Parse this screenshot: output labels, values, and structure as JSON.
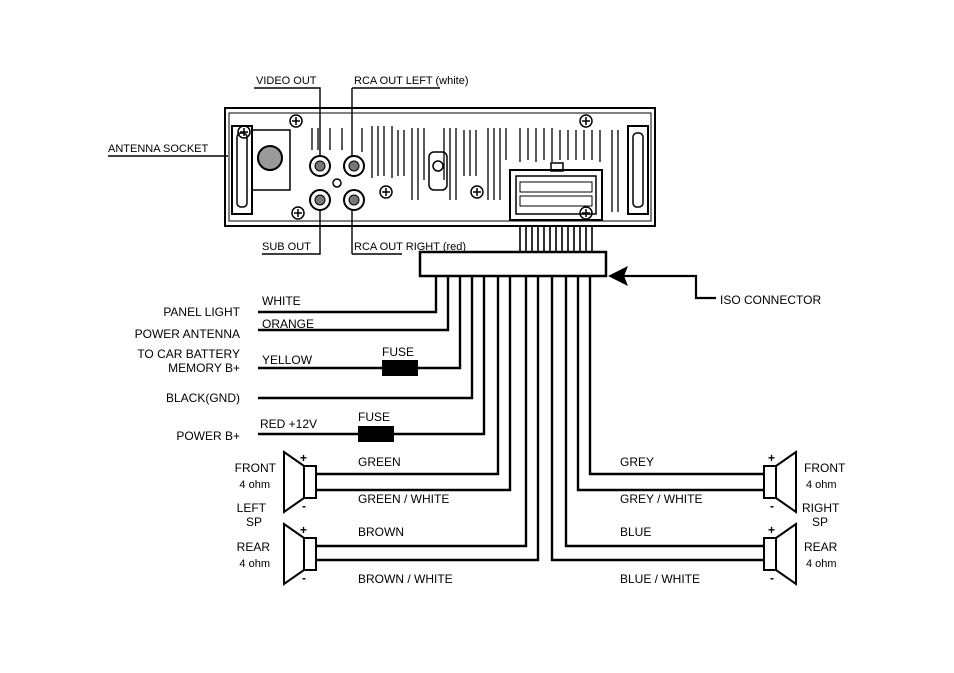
{
  "head_unit": {
    "top_labels": [
      "VIDEO OUT",
      "RCA OUT LEFT (white)"
    ],
    "left_label": "ANTENNA SOCKET",
    "bottom_labels": [
      "SUB OUT",
      "RCA OUT RIGHT (red)"
    ],
    "iso_connector": "ISO CONNECTOR"
  },
  "left_wires": [
    {
      "function": "PANEL LIGHT",
      "color": "WHITE"
    },
    {
      "function": "POWER ANTENNA",
      "color": "ORANGE"
    },
    {
      "function_lines": [
        "TO CAR BATTERY",
        "MEMORY B+"
      ],
      "color": "YELLOW",
      "fuse": "FUSE"
    },
    {
      "function": "BLACK(GND)",
      "color": ""
    },
    {
      "function": "POWER B+",
      "color": "RED +12V",
      "fuse": "FUSE"
    }
  ],
  "speakers": {
    "left": {
      "front": {
        "name": "FRONT",
        "impedance": "4 ohm",
        "plus": "GREEN",
        "minus": "GREEN / WHITE"
      },
      "side_lines": [
        "LEFT",
        "SP"
      ],
      "rear": {
        "name": "REAR",
        "impedance": "4 ohm",
        "plus": "BROWN",
        "minus": "BROWN / WHITE"
      }
    },
    "right": {
      "front": {
        "name": "FRONT",
        "impedance": "4 ohm",
        "plus": "GREY",
        "minus": "GREY / WHITE"
      },
      "side_lines": [
        "RIGHT",
        "SP"
      ],
      "rear": {
        "name": "REAR",
        "impedance": "4 ohm",
        "plus": "BLUE",
        "minus": "BLUE / WHITE"
      }
    },
    "plus_sign": "+",
    "minus_sign": "-"
  }
}
